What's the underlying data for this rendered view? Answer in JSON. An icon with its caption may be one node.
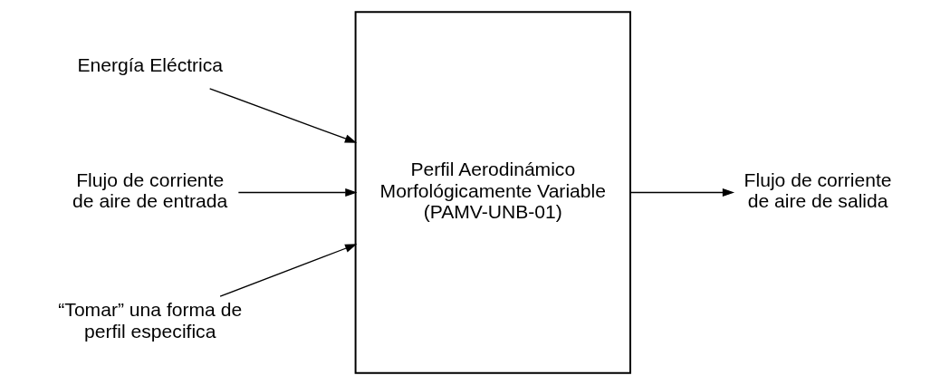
{
  "diagram": {
    "nodes": [
      {
        "text": [
          "Energía Eléctrica"
        ]
      },
      {
        "text": [
          "Flujo de corriente de aire de entrada"
        ]
      },
      {
        "text": [
          "“Tomar” una forma de perfil especifica"
        ]
      },
      {
        "text": [
          "Perfil Aerodinámico Morfológicamente Variable (PAMV-UNB-01)"
        ]
      },
      {
        "text": [
          "Flujo de corriente de aire de salida"
        ]
      }
    ],
    "edges": [
      {
        "from": 0,
        "to": 3,
        "arrow": "to"
      },
      {
        "from": 1,
        "to": 3,
        "arrow": "to"
      },
      {
        "from": 2,
        "to": 3,
        "arrow": "to"
      },
      {
        "from": 3,
        "to": 4,
        "arrow": "to"
      }
    ]
  }
}
